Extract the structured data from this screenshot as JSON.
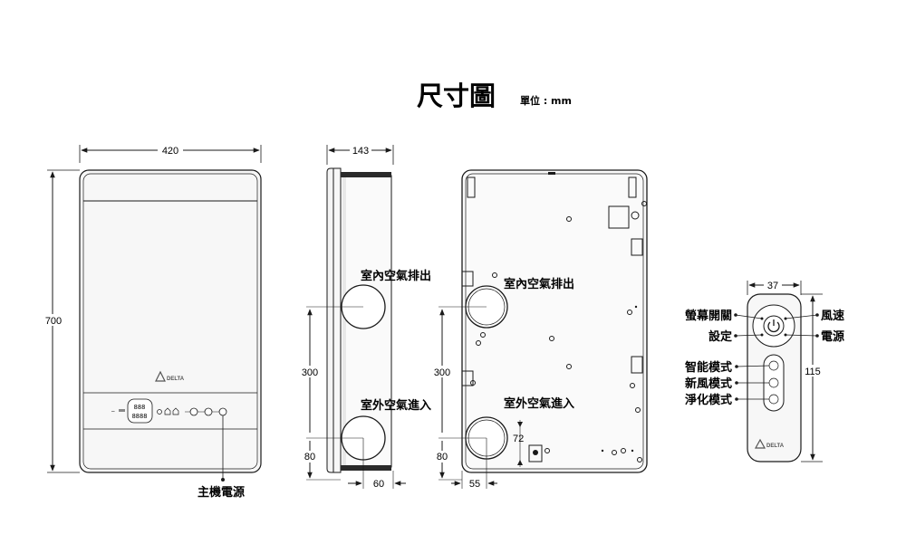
{
  "header": {
    "title": "尺寸圖",
    "unit": "單位 : mm"
  },
  "front": {
    "width": "420",
    "height": "700",
    "brand": "DELTA",
    "power_label": "主機電源",
    "display_top": "888",
    "display_bottom": "8888"
  },
  "side": {
    "depth": "143",
    "exhaust_label": "室內空氣排出",
    "intake_label": "室外空氣進入",
    "spacing": "300",
    "bottom": "80",
    "offset": "60"
  },
  "back": {
    "exhaust_label": "室內空氣排出",
    "intake_label": "室外空氣進入",
    "spacing": "300",
    "bottom": "80",
    "offset": "55",
    "hole_offset": "72"
  },
  "remote": {
    "width": "37",
    "height": "115",
    "brand": "DELTA",
    "left_labels": [
      "螢幕開關",
      "設定",
      "智能模式",
      "新風模式",
      "淨化模式"
    ],
    "right_labels": [
      "風速",
      "電源"
    ]
  },
  "colors": {
    "line": "#1a1a1a",
    "body_fill": "#f7f7f7",
    "panel_fill": "#fafafa",
    "brand": "#d8232a"
  }
}
